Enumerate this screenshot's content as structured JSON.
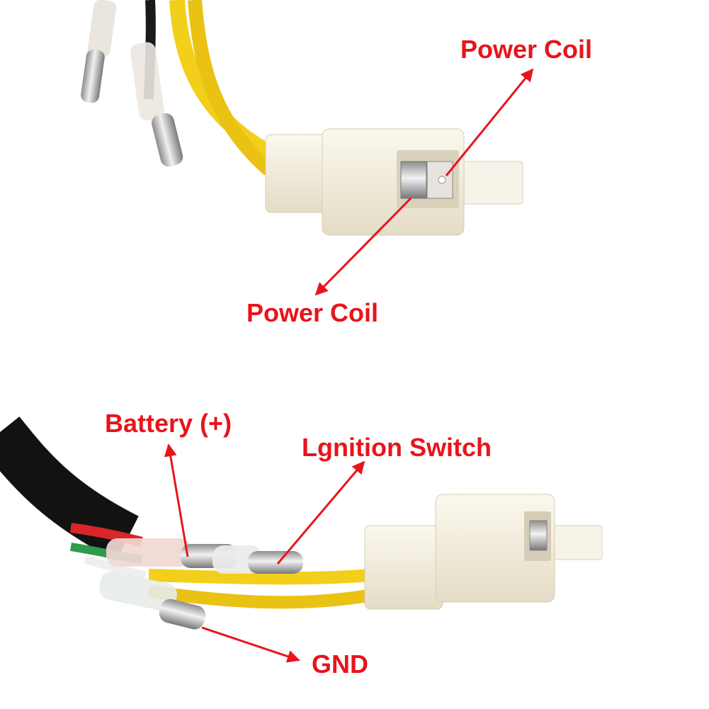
{
  "labels": {
    "power_coil_top": "Power Coil",
    "power_coil_bottom": "Power Coil",
    "battery": "Battery (+)",
    "ignition": "Lgnition Switch",
    "gnd": "GND"
  },
  "colors": {
    "label": "#e8141c",
    "arrow": "#e8141c",
    "wire_yellow": "#f2cf1a",
    "wire_black": "#1a1a1a",
    "wire_red": "#d8262a",
    "wire_green": "#2f9a4a",
    "connector": "#f4f0e3",
    "terminal": "#c8c8c8"
  }
}
